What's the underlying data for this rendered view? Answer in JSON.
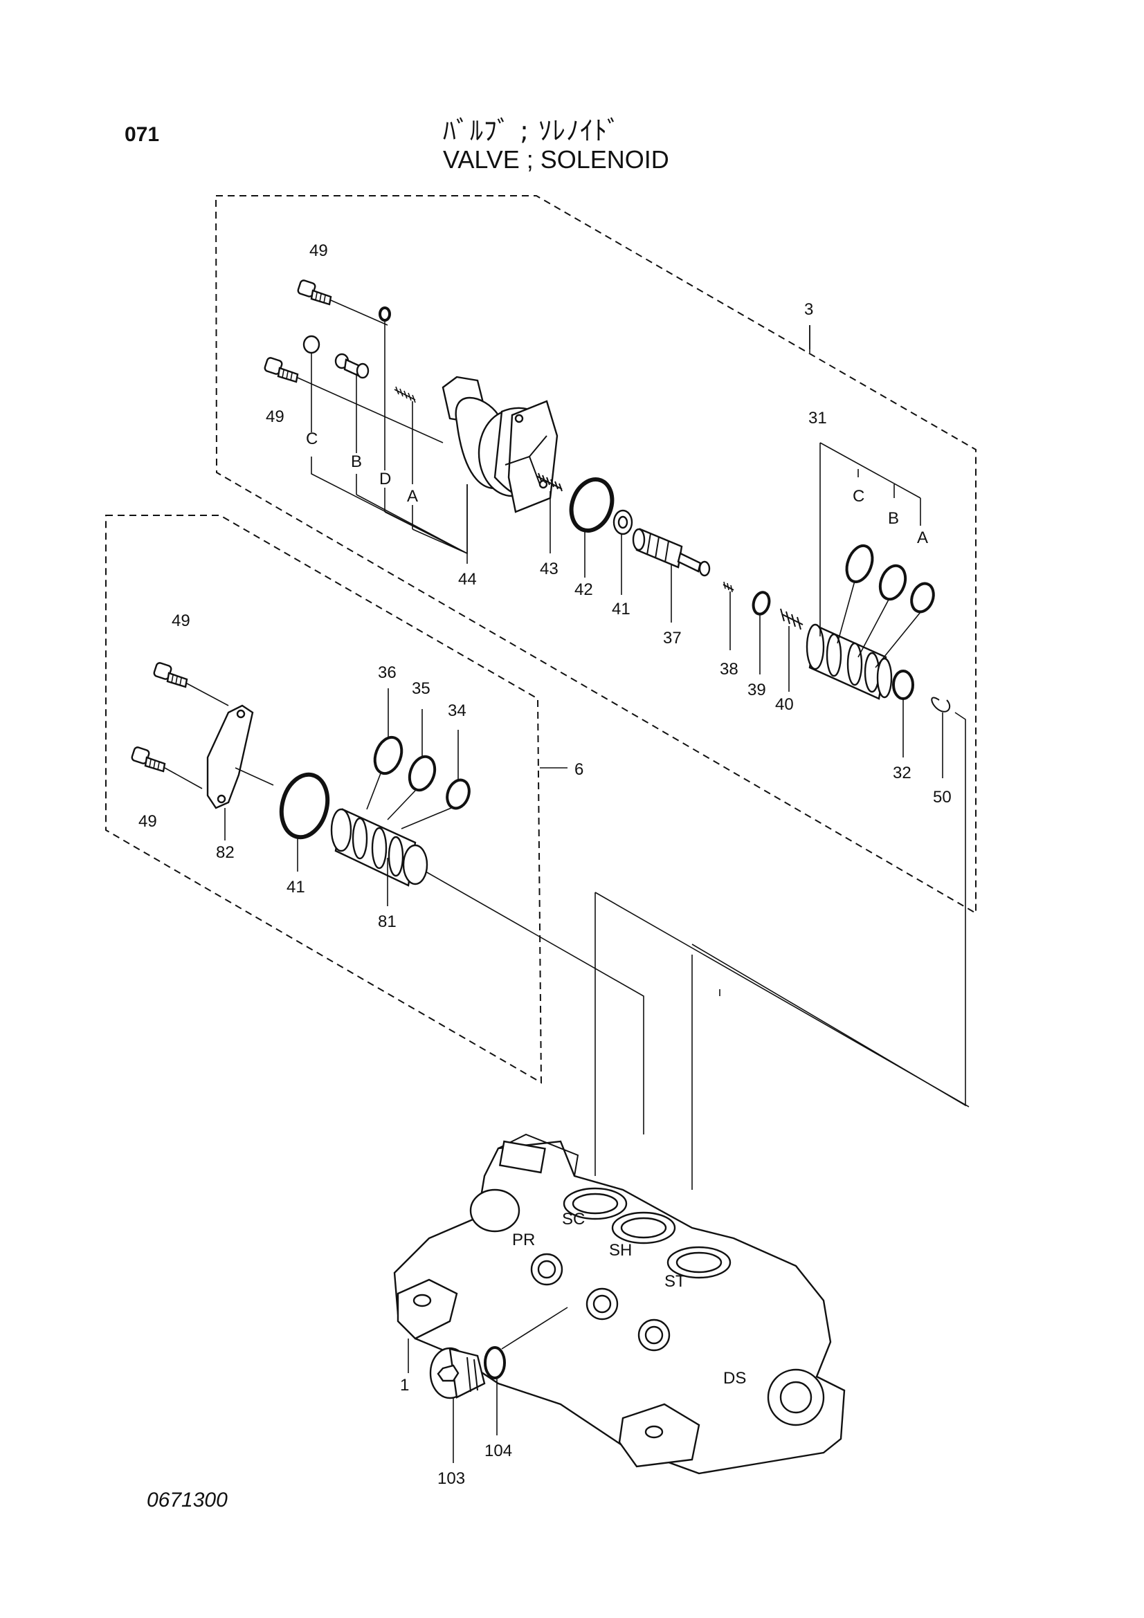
{
  "header": {
    "page_number": "071",
    "title_jp": "ﾊﾞﾙﾌﾞ ; ｿﾚﾉｲﾄﾞ",
    "title_en": "VALVE ; SOLENOID"
  },
  "footer": {
    "drawing_number": "0671300"
  },
  "callouts": {
    "c49a": "49",
    "c49b": "49",
    "c49c": "49",
    "c49d": "49",
    "c3": "3",
    "c31": "31",
    "c44": "44",
    "c43": "43",
    "c42": "42",
    "c41a": "41",
    "c41b": "41",
    "c37": "37",
    "c38": "38",
    "c39": "39",
    "c40": "40",
    "c32": "32",
    "c50": "50",
    "c6": "6",
    "c36": "36",
    "c35": "35",
    "c34": "34",
    "c82": "82",
    "c81": "81",
    "c1": "1",
    "c103": "103",
    "c104": "104",
    "lC1": "C",
    "lB1": "B",
    "lD1": "D",
    "lA1": "A",
    "lC2": "C",
    "lB2": "B",
    "lA2": "A"
  },
  "body_markings": {
    "pr": "PR",
    "sc": "SC",
    "sh": "SH",
    "st": "ST",
    "ds": "DS"
  }
}
